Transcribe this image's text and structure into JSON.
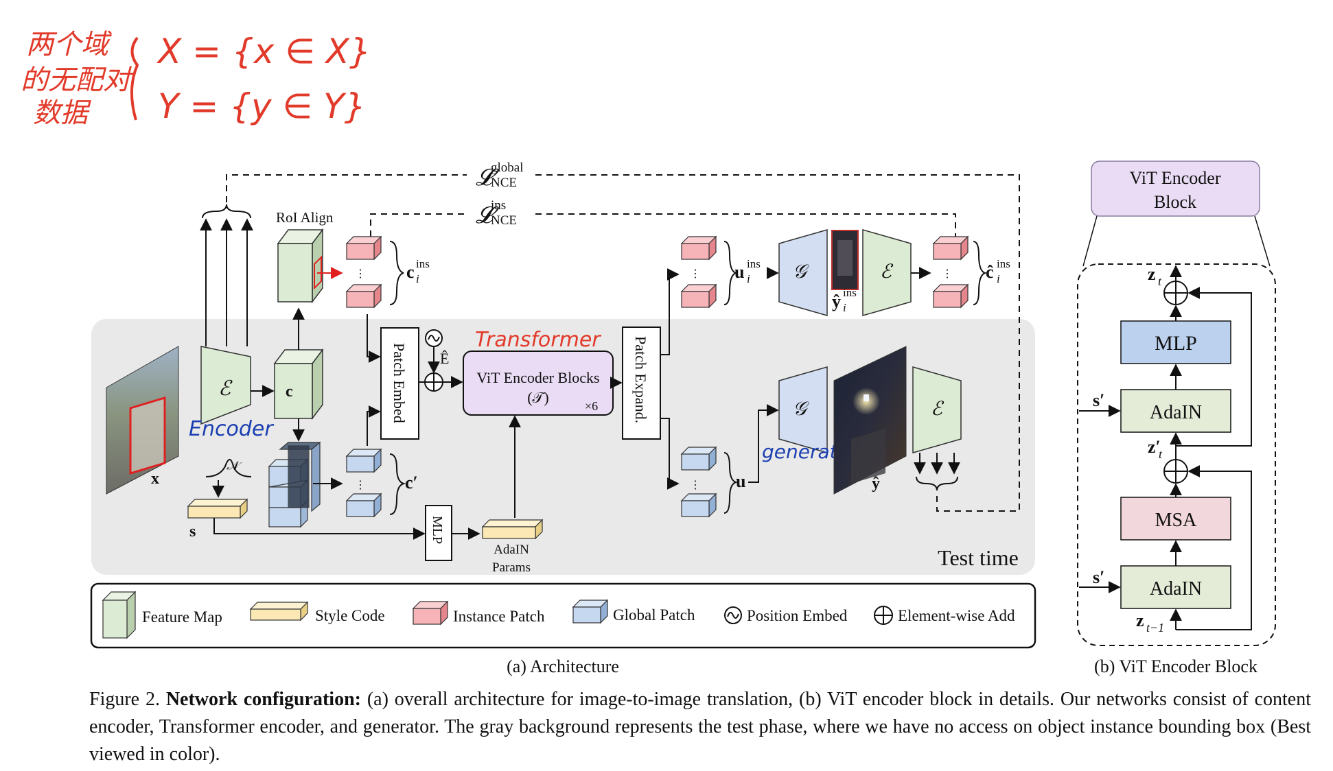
{
  "annotations": {
    "handwritten_top": [
      "两个域",
      "的无配对",
      "数据",
      "X = {x ∈ X}",
      "Y = {y ∈ Y}"
    ],
    "encoder_note": "Encoder",
    "transformer_note": "Transformer",
    "generator_note": "generator"
  },
  "architecture": {
    "loss_global": "𝓛",
    "loss_global_sup": "global",
    "loss_global_sub": "NCE",
    "loss_ins": "𝓛",
    "loss_ins_sup": "ins",
    "loss_ins_sub": "NCE",
    "roi_align": "RoI Align",
    "c_ins": "c",
    "c_ins_sup": "ins",
    "c_ins_sub": "i",
    "c_label": "c",
    "c_prime": "c′",
    "x_label": "x",
    "s_label": "s",
    "normal_label": "𝒩",
    "patch_embed": "Patch Embed",
    "e_hat": "Ê",
    "vit_blocks": "ViT Encoder Blocks",
    "vit_t": "(𝒯)",
    "times6": "×6",
    "patch_expand": "Patch Expand.",
    "mlp": "MLP",
    "adain_params_1": "AdaIN",
    "adain_params_2": "Params",
    "u_ins": "u",
    "u_ins_sup": "ins",
    "u_ins_sub": "i",
    "u_label": "u",
    "g_symbol": "𝒢",
    "e_symbol": "ℰ",
    "y_hat_ins": "ŷ",
    "y_hat_ins_sup": "ins",
    "y_hat_ins_sub": "i",
    "y_hat": "ŷ",
    "c_hat_ins": "ĉ",
    "c_hat_ins_sup": "ins",
    "c_hat_ins_sub": "i",
    "test_time": "Test time",
    "vdots": "⋮",
    "subcaption": "(a) Architecture"
  },
  "legend": [
    {
      "label": "Feature Map",
      "icon": "green-cube-icon"
    },
    {
      "label": "Style Code",
      "icon": "yellow-bar-icon"
    },
    {
      "label": "Instance Patch",
      "icon": "red-patch-icon"
    },
    {
      "label": "Global Patch",
      "icon": "blue-patch-icon"
    },
    {
      "label": "Position Embed",
      "icon": "position-embed-icon"
    },
    {
      "label": "Element-wise Add",
      "icon": "element-add-icon"
    }
  ],
  "vit_block": {
    "title_1": "ViT Encoder",
    "title_2": "Block",
    "mlp": "MLP",
    "adain_top": "AdaIN",
    "msa": "MSA",
    "adain_bottom": "AdaIN",
    "z_t": "z",
    "z_t_sub": "t",
    "z_t_prime": "z′",
    "z_t_prime_sub": "t",
    "z_t_minus": "z",
    "z_t_minus_sub": "t−1",
    "s_prime_1": "s′",
    "s_prime_2": "s′",
    "subcaption": "(b) ViT Encoder Block"
  },
  "caption": {
    "prefix": "Figure 2. ",
    "bold": "Network configuration:",
    "text": " (a) overall architecture for image-to-image translation, (b) ViT encoder block in details. Our networks consist of content encoder, Transformer encoder, and generator. The gray background represents the test phase, where we have no access on object instance bounding box (Best viewed in color)."
  },
  "colors": {
    "test_bg": "#e9e9e9",
    "feature_green": "#dcebd3",
    "style_yellow": "#fbe8b4",
    "instance_red": "#f6b3b8",
    "global_blue": "#c5d8f0",
    "vit_purple": "#e9dcf4",
    "gen_blue": "#d4def2",
    "mlp_blue": "#bcd1ee",
    "msa_pink": "#f2d8dc",
    "adain_green": "#e4ecd8",
    "annot_red": "#e23a2a",
    "annot_blue": "#1b3fb0"
  }
}
